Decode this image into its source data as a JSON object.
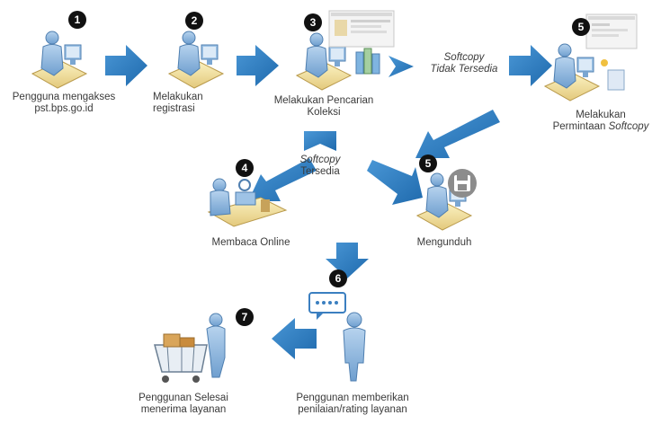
{
  "steps": [
    {
      "num": "1",
      "label_lines": [
        "Pengguna mengakses",
        "pst.bps.go.id"
      ]
    },
    {
      "num": "2",
      "label_lines": [
        "Melakukan",
        "registrasi"
      ]
    },
    {
      "num": "3",
      "label_lines": [
        "Melakukan Pencarian",
        "Koleksi"
      ]
    },
    {
      "num": "5",
      "label_lines": [
        "Melakukan",
        "Permintaan ",
        "Softcopy"
      ]
    },
    {
      "num": "4",
      "label_lines": [
        "Membaca Online"
      ]
    },
    {
      "num": "5",
      "label_lines": [
        "Mengunduh"
      ]
    },
    {
      "num": "6",
      "label_lines": [
        "Penggunan memberikan",
        "penilaian/rating layanan"
      ]
    },
    {
      "num": "7",
      "label_lines": [
        "Penggunan Selesai",
        "menerima layanan"
      ]
    }
  ],
  "branch_labels": {
    "not_available_1": "Softcopy",
    "not_available_2": "Tidak Tersedia",
    "available_1": "Softcopy",
    "available_2": "Tersedia"
  },
  "colors": {
    "arrow": "#2f7fc1",
    "figure": "#8fb7dc",
    "figure_dark": "#5b8fc2",
    "badge": "#111111"
  },
  "icons": [
    "user-at-computer-icon",
    "reading-online-icon",
    "download-icon",
    "rating-speech-icon",
    "shopping-cart-icon"
  ]
}
